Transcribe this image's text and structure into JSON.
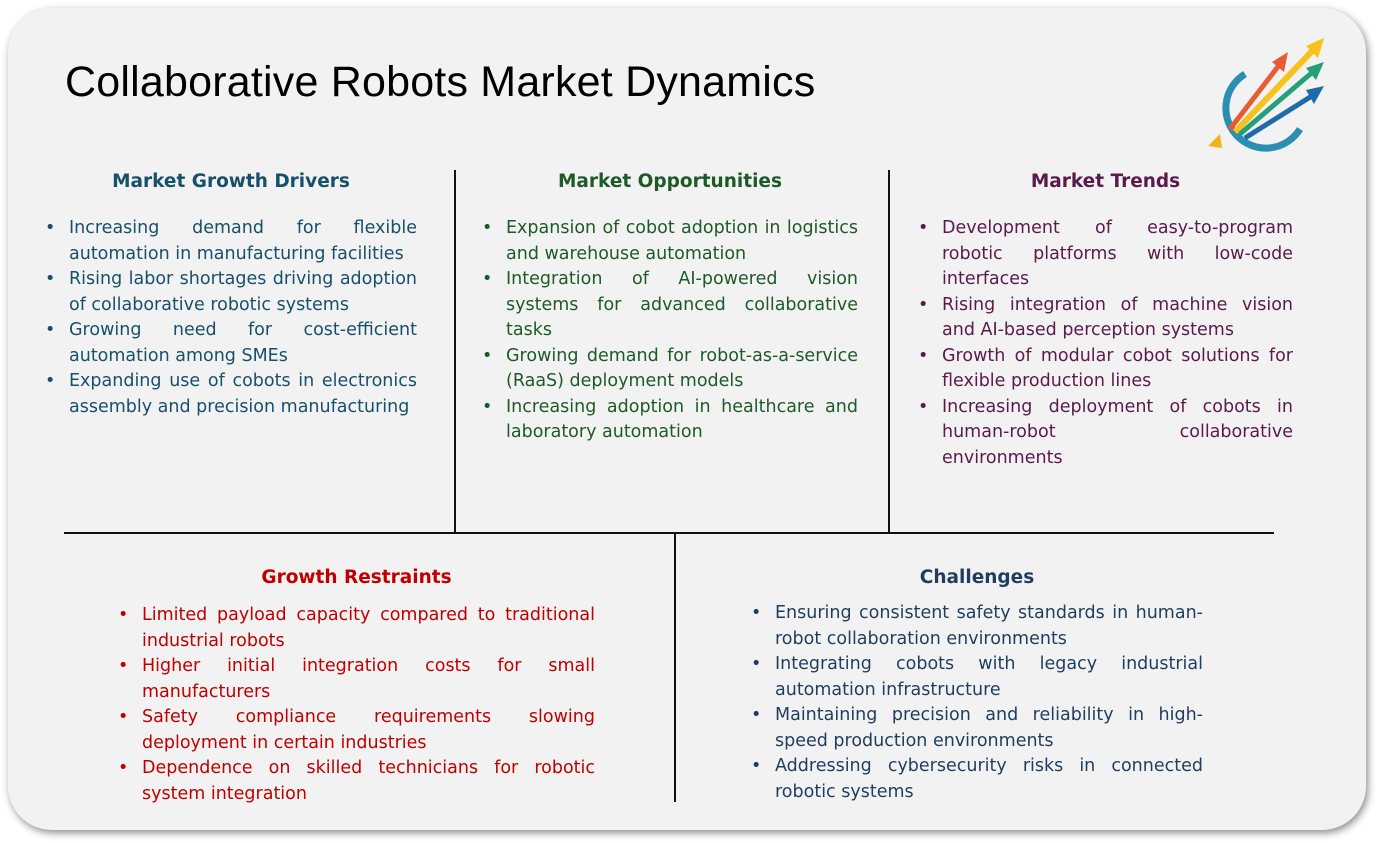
{
  "title": "Collaborative Robots Market Dynamics",
  "logo": {
    "icon": "growth-arrows-logo"
  },
  "colors": {
    "drivers": "#17506b",
    "opportunities": "#1e5a28",
    "trends": "#5a1a4c",
    "restraints": "#c00000",
    "challenges": "#1f3d5e"
  },
  "sections": {
    "drivers": {
      "heading": "Market Growth Drivers",
      "items": [
        "Increasing demand for flexible automation in manufacturing facilities",
        "Rising labor shortages driving adoption of collaborative robotic systems",
        "Growing need for cost-efficient automation among SMEs",
        "Expanding use of cobots in electronics assembly and precision manufacturing"
      ]
    },
    "opportunities": {
      "heading": "Market Opportunities",
      "items": [
        "Expansion of cobot adoption in logistics and warehouse automation",
        "Integration of AI-powered vision systems for advanced collaborative tasks",
        "Growing demand for robot-as-a-service (RaaS) deployment models",
        "Increasing adoption in healthcare and laboratory automation"
      ]
    },
    "trends": {
      "heading": "Market Trends",
      "items": [
        "Development of easy-to-program robotic platforms with low-code interfaces",
        "Rising integration of machine vision and AI-based perception systems",
        "Growth of modular cobot solutions for flexible production lines",
        "Increasing deployment of cobots in human-robot collaborative environments"
      ]
    },
    "restraints": {
      "heading": "Growth Restraints",
      "items": [
        "Limited payload capacity compared to traditional industrial robots",
        "Higher initial integration costs for small manufacturers",
        "Safety compliance requirements slowing deployment in certain industries",
        "Dependence on skilled technicians for robotic system integration"
      ]
    },
    "challenges": {
      "heading": "Challenges",
      "items": [
        "Ensuring consistent safety standards in human-robot collaboration environments",
        "Integrating cobots with legacy industrial automation infrastructure",
        "Maintaining precision and reliability in high-speed production environments",
        "Addressing cybersecurity risks in connected robotic systems"
      ]
    }
  }
}
